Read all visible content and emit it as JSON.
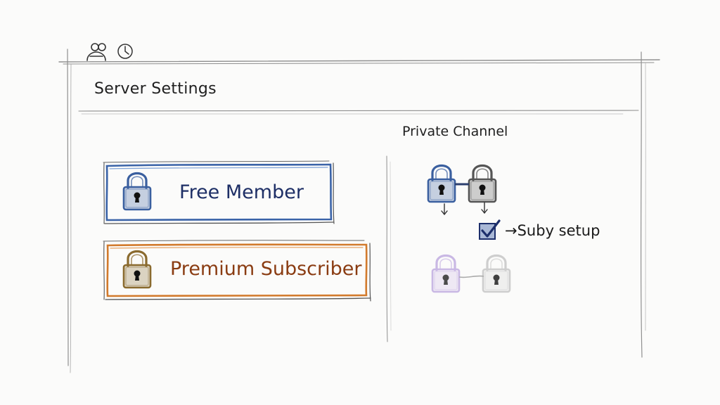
{
  "app": {
    "title": "Server Settings",
    "toolbar_icons": [
      "users-icon",
      "clock-icon"
    ]
  },
  "tiers": [
    {
      "label": "Free Member",
      "icon": "lock-icon",
      "color": "#3a63a8"
    },
    {
      "label": "Premium Subscriber",
      "icon": "lock-icon",
      "color": "#d27a2c"
    }
  ],
  "private_channel": {
    "title": "Private Channel",
    "setup_label": "→Suby setup",
    "setup_checked": true,
    "colors": {
      "blue_lock": "#3a5f9f",
      "gray_lock": "#555555",
      "purple_lock": "#b9a2dd",
      "faded_lock": "#c4c4c4",
      "check": "#1d2f6b"
    }
  }
}
